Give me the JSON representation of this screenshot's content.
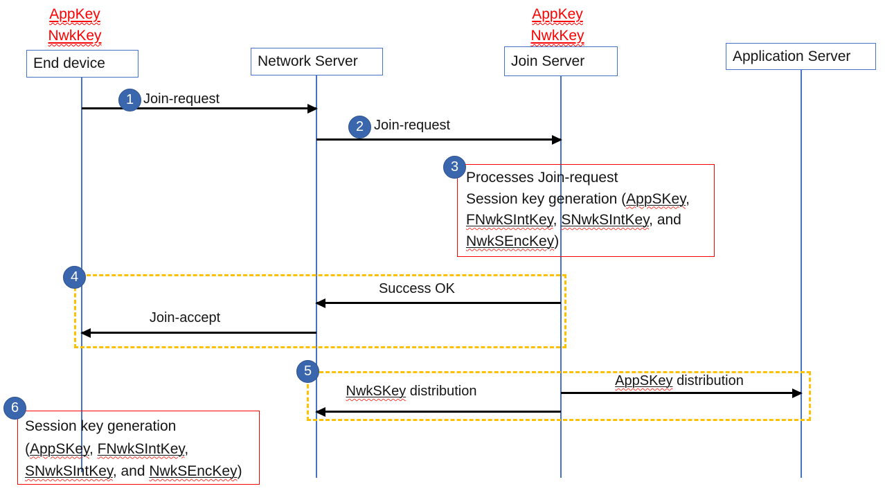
{
  "colors": {
    "actor_border": "#4472c4",
    "lifeline": "#4472c4",
    "note_border": "#ff0000",
    "root_key_text": "#ff0000",
    "highlight_dash": "#ffc000",
    "step_circle_fill": "#3a66ad",
    "step_circle_border": "#2e5290",
    "arrow": "#000000",
    "squiggle": "#ff3b30"
  },
  "actors": [
    {
      "label": "End device"
    },
    {
      "label": "Network Server"
    },
    {
      "label": "Join Server"
    },
    {
      "label": "Application Server"
    }
  ],
  "root_keys": {
    "end_device": {
      "line1": [
        {
          "t": "AppKey",
          "k": true
        }
      ],
      "line2": [
        {
          "t": "NwkKey",
          "k": true
        }
      ]
    },
    "join_server": {
      "line1": [
        {
          "t": "AppKey",
          "k": true
        }
      ],
      "line2": [
        {
          "t": "NwkKey",
          "k": true
        }
      ]
    }
  },
  "steps": {
    "s1": {
      "number": "1",
      "label": "Join-request"
    },
    "s2": {
      "number": "2",
      "label": "Join-request"
    },
    "s3": {
      "number": "3",
      "note": [
        {
          "t": "Processes Join-request",
          "br": true
        },
        {
          "t": "Session key generation ("
        },
        {
          "t": "AppSKey",
          "k": true
        },
        {
          "t": ",",
          "br": true
        },
        {
          "t": "FNwkSIntKey",
          "k": true
        },
        {
          "t": ", "
        },
        {
          "t": "SNwkSIntKey",
          "k": true
        },
        {
          "t": ", and",
          "br": true
        },
        {
          "t": "NwkSEncKey",
          "k": true
        },
        {
          "t": ")"
        }
      ]
    },
    "s4": {
      "number": "4",
      "success_label": "Success OK",
      "accept_label": "Join-accept"
    },
    "s5": {
      "number": "5",
      "appskey_label": [
        {
          "t": "AppSKey",
          "k": true
        },
        {
          "t": " distribution"
        }
      ],
      "nwkskey_label": [
        {
          "t": "NwkSKey",
          "k": true
        },
        {
          "t": " distribution"
        }
      ]
    },
    "s6": {
      "number": "6",
      "note": [
        {
          "t": "Session key generation",
          "br": true
        },
        {
          "t": "("
        },
        {
          "t": "AppSKey",
          "k": true
        },
        {
          "t": ", "
        },
        {
          "t": "FNwkSIntKey",
          "k": true
        },
        {
          "t": ",",
          "br": true
        },
        {
          "t": "SNwkSIntKey",
          "k": true
        },
        {
          "t": ", and "
        },
        {
          "t": "NwkSEncKey",
          "k": true
        },
        {
          "t": ")"
        }
      ]
    }
  }
}
